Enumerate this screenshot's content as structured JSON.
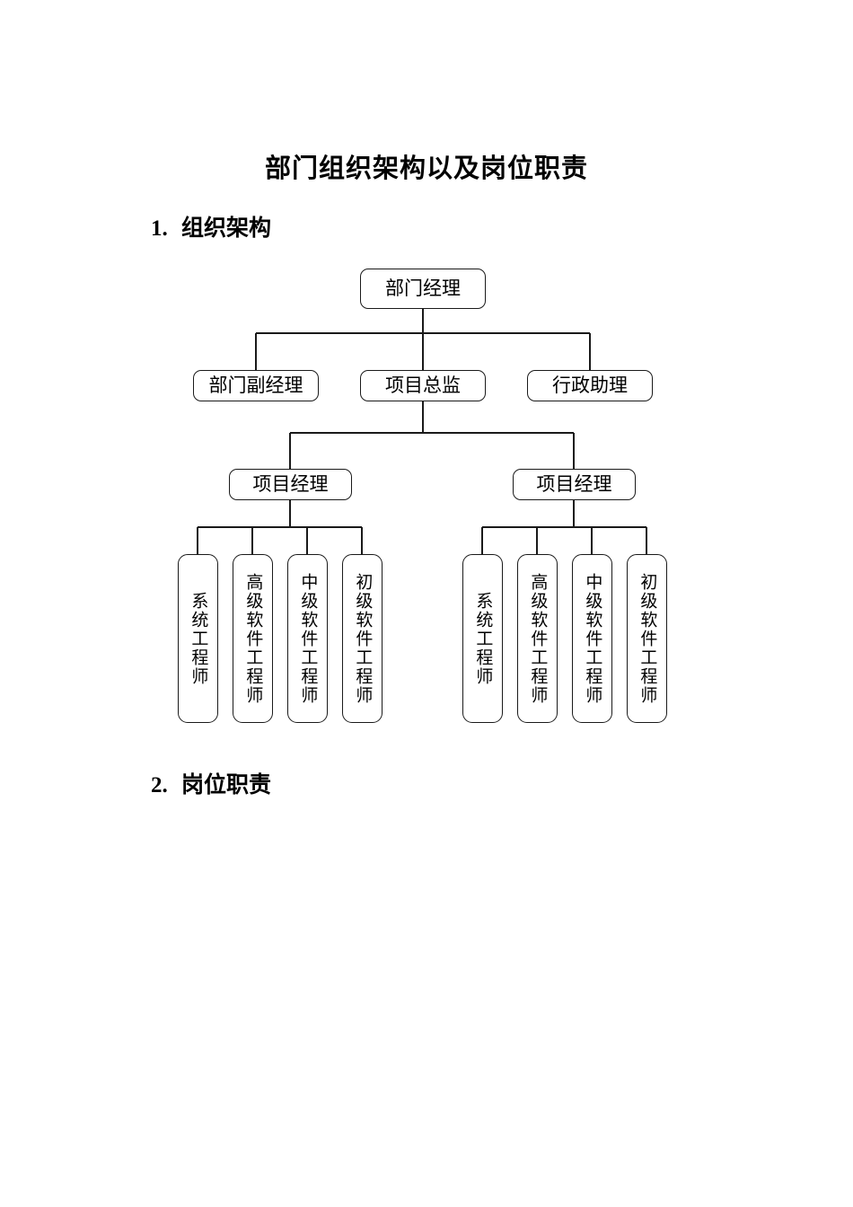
{
  "document": {
    "title": "部门组织架构以及岗位职责",
    "sections": [
      {
        "number": "1.",
        "label": "组织架构"
      },
      {
        "number": "2.",
        "label": "岗位职责"
      }
    ]
  },
  "org_chart": {
    "root": {
      "label": "部门经理"
    },
    "level2": [
      {
        "label": "部门副经理"
      },
      {
        "label": "项目总监"
      },
      {
        "label": "行政助理"
      }
    ],
    "level3": [
      {
        "label": "项目经理"
      },
      {
        "label": "项目经理"
      }
    ],
    "group_left": [
      {
        "label": "系统工程师"
      },
      {
        "label": "高级软件工程师"
      },
      {
        "label": "中级软件工程师"
      },
      {
        "label": "初级软件工程师"
      }
    ],
    "group_right": [
      {
        "label": "系统工程师"
      },
      {
        "label": "高级软件工程师"
      },
      {
        "label": "中级软件工程师"
      },
      {
        "label": "初级软件工程师"
      }
    ],
    "colors": {
      "box_border": "#1a1a1a",
      "connector": "#1a1a1a",
      "background": "#ffffff",
      "text": "#000000"
    }
  }
}
